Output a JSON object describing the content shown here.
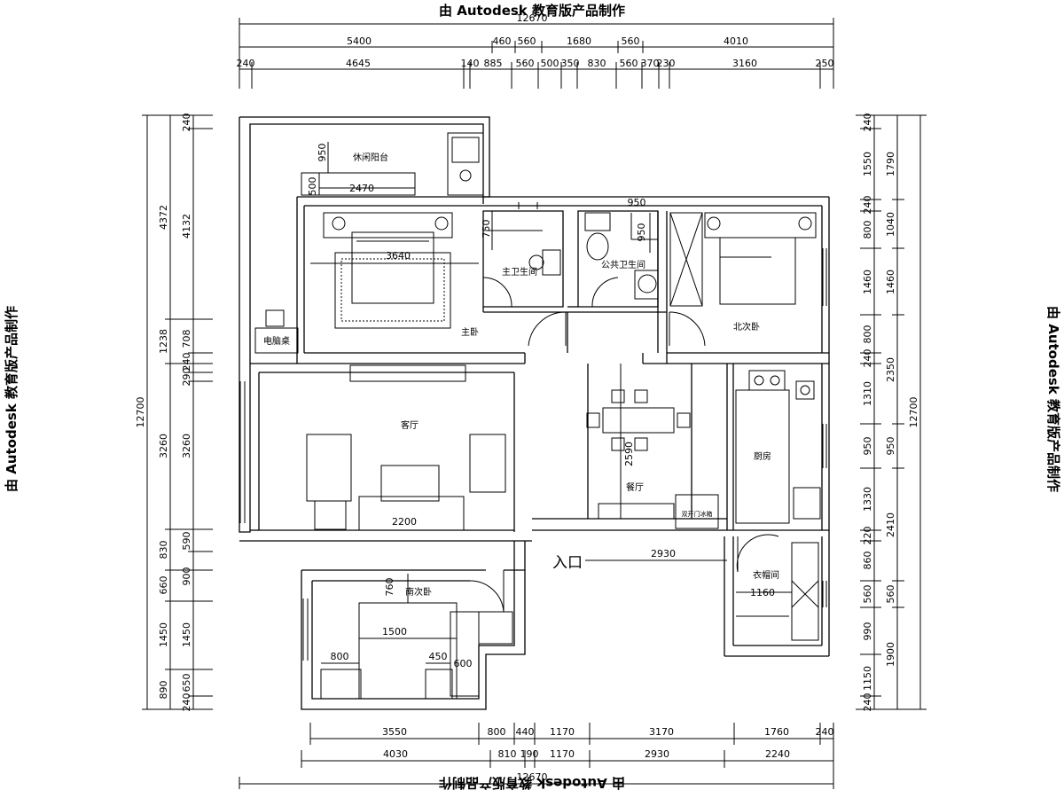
{
  "watermark": {
    "top": "由 Autodesk 教育版产品制作",
    "bottom": "由 Autodesk 教育版产品制作",
    "left": "由 Autodesk 教育版产品制作",
    "right": "由 Autodesk 教育版产品制作"
  },
  "dims_top": {
    "total": "12670",
    "row1": [
      "5400",
      "460",
      "560",
      "1680",
      "560",
      "4010"
    ],
    "row2": [
      "240",
      "4645",
      "140",
      "885",
      "560",
      "500",
      "350",
      "830",
      "560",
      "370",
      "230",
      "3160",
      "250"
    ]
  },
  "dims_bottom": {
    "total": "12670",
    "row1": [
      "3550",
      "800",
      "440",
      "1170",
      "3170",
      "1760",
      "240"
    ],
    "row2": [
      "4030",
      "810",
      "190",
      "1170",
      "2930",
      "2240"
    ]
  },
  "dims_left": {
    "total": "12700",
    "outer": [
      "4372",
      "1238",
      "3260",
      "830",
      "660",
      "1450",
      "890"
    ],
    "inner": [
      "240",
      "4132",
      "708",
      "240",
      "290",
      "3260",
      "590",
      "900",
      "1450",
      "650",
      "240"
    ]
  },
  "dims_right": {
    "total": "12700",
    "inner": [
      "240",
      "1550",
      "240",
      "800",
      "1460",
      "800",
      "240",
      "1310",
      "950",
      "1330",
      "220",
      "860",
      "560",
      "990",
      "1150",
      "240"
    ],
    "outer": [
      "1790",
      "1040",
      "1460",
      "2350",
      "950",
      "2410",
      "560",
      "1900"
    ]
  },
  "interior_dims": {
    "balcony_depth": "950",
    "balcony_width": "2470",
    "balcony_small": "500",
    "bed_width": "3640",
    "ensuite_depth": "750",
    "public_bath": "950",
    "public_bath_b": "950",
    "corridor": "2590",
    "tv_wall": "2200",
    "entry_width": "2930",
    "closet": "1160",
    "second_bed_depth": "760",
    "second_bed_width": "1500",
    "second_left": "800",
    "second_right_a": "450",
    "second_right_b": "600"
  },
  "rooms": {
    "balcony": "休闲阳台",
    "ac_label": "电脑桌",
    "master_bedroom": "主卧",
    "ensuite": "主卫生间",
    "public_bath": "公共卫生间",
    "north_bedroom": "北次卧",
    "living_room": "客厅",
    "dining": "餐厅",
    "kitchen": "厨房",
    "closet": "衣帽间",
    "south_bedroom": "南次卧",
    "entry": "入口",
    "fridge": "双开门冰箱"
  }
}
